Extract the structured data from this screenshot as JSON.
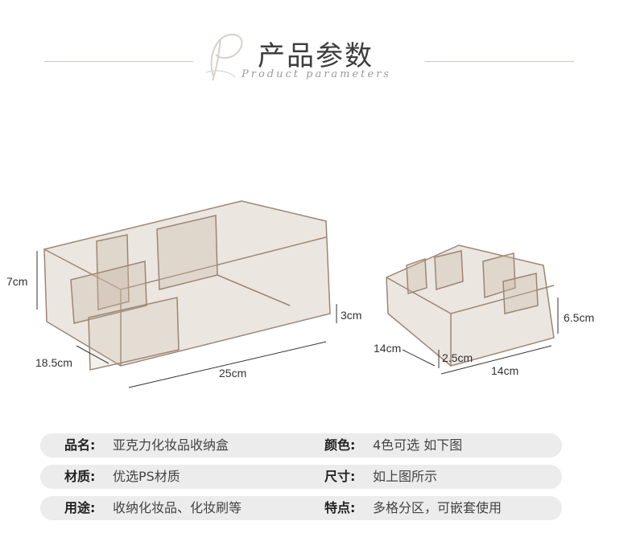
{
  "header": {
    "title_cn": "产品参数",
    "title_en": "Product parameters"
  },
  "dimensions": {
    "large_height": "7cm",
    "large_depth": "18.5cm",
    "large_width": "25cm",
    "large_front": "3cm",
    "small_depth": "14cm",
    "small_step": "2.5cm",
    "small_width": "14cm",
    "small_height": "6.5cm"
  },
  "specs": [
    {
      "label_a": "品名:",
      "value_a": "亚克力化妆品收纳盒",
      "label_b": "颜色:",
      "value_b": "4色可选 如下图"
    },
    {
      "label_a": "材质:",
      "value_a": "优选PS材质",
      "label_b": "尺寸:",
      "value_b": "如上图所示"
    },
    {
      "label_a": "用途:",
      "value_a": "收纳化妆品、化妆刷等",
      "label_b": "特点:",
      "value_b": "多格分区，可嵌套使用"
    }
  ],
  "colors": {
    "acrylic_tint": "#c9b7a6",
    "acrylic_edge": "#9c8675",
    "spec_bg": "#ececec"
  }
}
